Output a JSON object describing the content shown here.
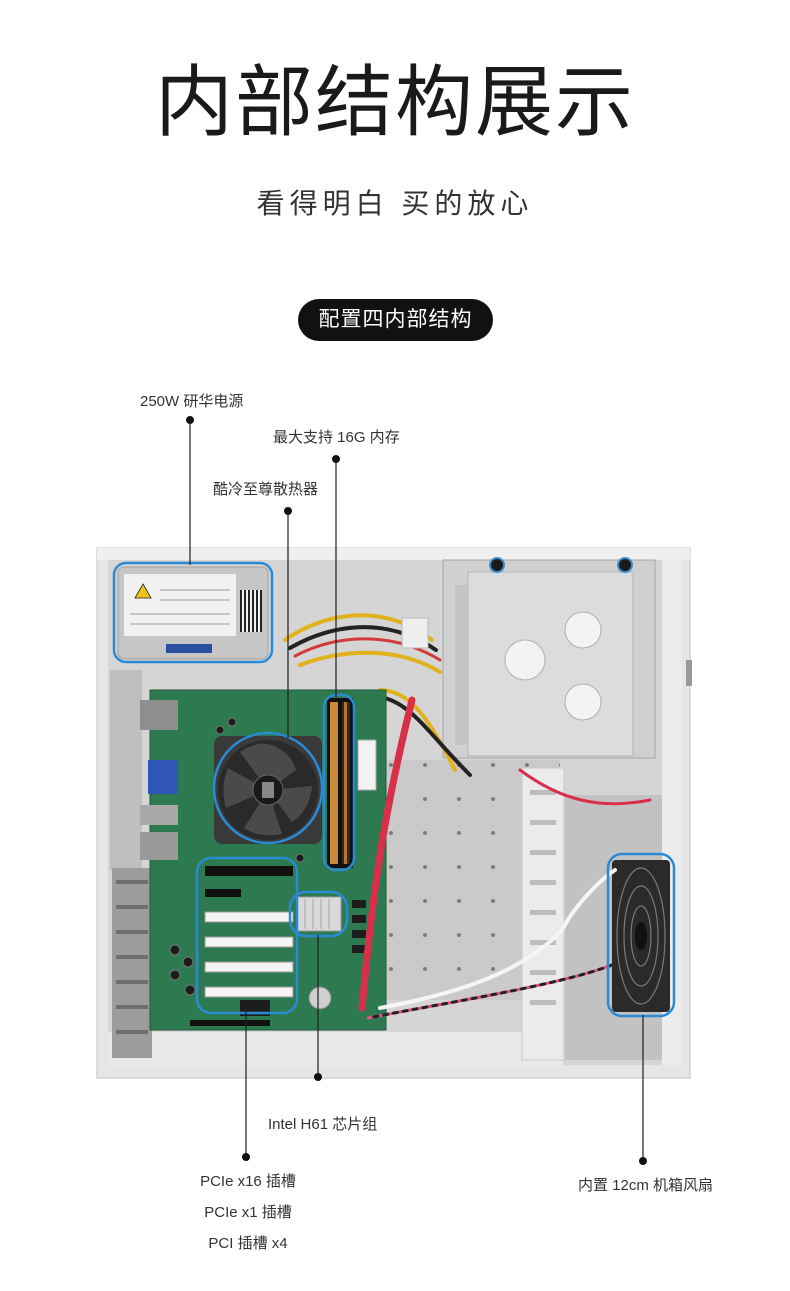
{
  "header": {
    "title": "内部结构展示",
    "subtitle": "看得明白 买的放心",
    "section_badge": "配置四内部结构"
  },
  "callouts": {
    "psu": "250W 研华电源",
    "memory": "最大支持 16G 内存",
    "cooler": "酷冷至尊散热器",
    "chipset": "Intel H61 芯片组",
    "slots": [
      "PCIe x16 插槽",
      "PCIe x1 插槽",
      "PCI 插槽 x4"
    ],
    "fan": "内置 12cm 机箱风扇"
  },
  "colors": {
    "highlight": "#2a8ad6",
    "badge_background": "#111111",
    "text": "#222222"
  }
}
